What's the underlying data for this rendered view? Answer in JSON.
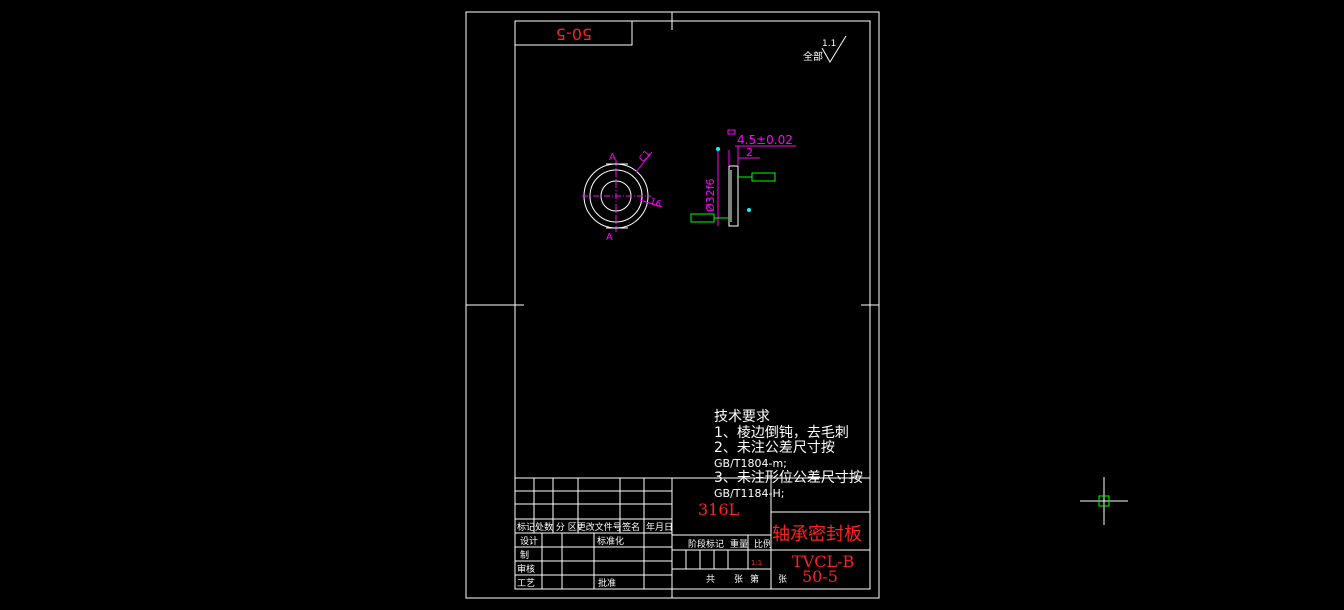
{
  "drawing": {
    "corner_number": "50-5",
    "surface_finish": {
      "prefix": "全部",
      "value": "1.1"
    },
    "material": "316L",
    "part_name": "轴承密封板",
    "drawing_code_line1": "TVCL-B",
    "drawing_code_line2": "50-5",
    "scale": "1:1"
  },
  "dimensions": {
    "chamfer": "C1",
    "width_tol": "4.5±0.02",
    "width": "2",
    "diameter": "Ø32f6",
    "inner": "16",
    "section_top": "A",
    "section_bottom": "A"
  },
  "notes": [
    "技术要求",
    "1、棱边倒钝，去毛刺",
    "2、未注公差尺寸按",
    "GB/T1804-m;",
    "3、未注形位公差尺寸按",
    "GB/T1184-H;"
  ],
  "title_block": {
    "row_header": "标记处数 分 区更改文件号",
    "row_sign": "签名",
    "row_date": "年月日",
    "design": "设计",
    "standardize": "标准化",
    "drawn": "制",
    "check": "审核",
    "process": "工艺",
    "approve": "批准",
    "stage_mark": "阶段标记",
    "weight": "重量",
    "ratio": "比例",
    "total": "共",
    "sheet": "张",
    "page": "第",
    "page_sheet": "张"
  },
  "colors": {
    "frame": "#ffffff",
    "dimension": "#ff00ff",
    "red_text": "#ff2020",
    "green": "#00ff00",
    "cyan": "#00ffff",
    "background": "#000000"
  }
}
